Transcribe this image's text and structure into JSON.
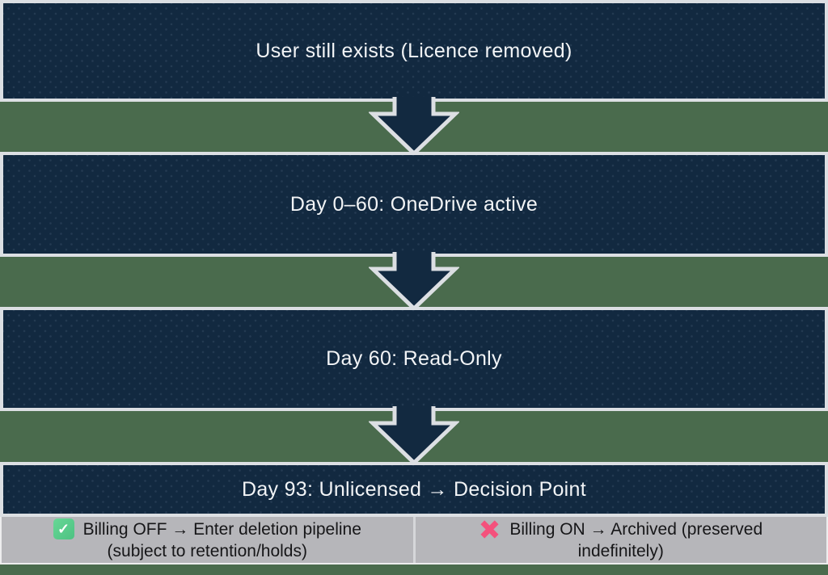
{
  "flow": {
    "steps": [
      {
        "label": "User still exists (Licence removed)"
      },
      {
        "label": "Day 0–60: OneDrive active"
      },
      {
        "label": "Day 60: Read-Only"
      },
      {
        "label": "Day 93: Unlicensed → Decision Point"
      }
    ],
    "connector": "down-arrow"
  },
  "outcomes": [
    {
      "icon": "check",
      "line1": "Billing OFF → Enter deletion pipeline",
      "line2": "(subject to retention/holds)"
    },
    {
      "icon": "cross",
      "line1": "Billing ON → Archived (preserved",
      "line2": "indefinitely)"
    }
  ],
  "icons": {
    "check_glyph": "✓"
  },
  "colors": {
    "background_green": "#4A6B4D",
    "box_navy": "#122940",
    "outline_white": "#DCDFE3",
    "box_text": "#F2F4F6",
    "outcome_gray": "#B6B6BA",
    "outcome_text": "#161618",
    "check_green": "#57CA89",
    "cross_pink": "#F4517C"
  }
}
